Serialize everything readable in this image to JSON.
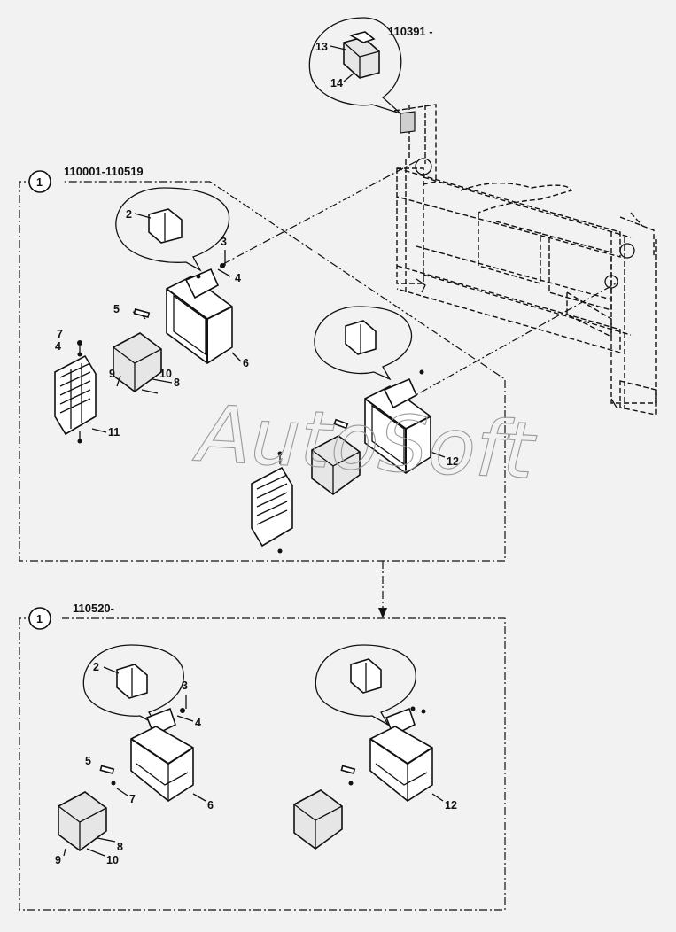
{
  "watermark": "AutoSoft",
  "detail_top": {
    "serial_range": "110391 -",
    "callouts": [
      "13",
      "14"
    ]
  },
  "section_1": {
    "circle_label": "1",
    "serial_range": "110001-110519",
    "callouts": [
      "2",
      "3",
      "4",
      "5",
      "6",
      "7",
      "4",
      "8",
      "9",
      "10",
      "11",
      "12"
    ]
  },
  "section_2": {
    "circle_label": "1",
    "serial_range": "110520-",
    "callouts": [
      "2",
      "3",
      "4",
      "5",
      "7",
      "6",
      "8",
      "9",
      "10",
      "12"
    ]
  }
}
